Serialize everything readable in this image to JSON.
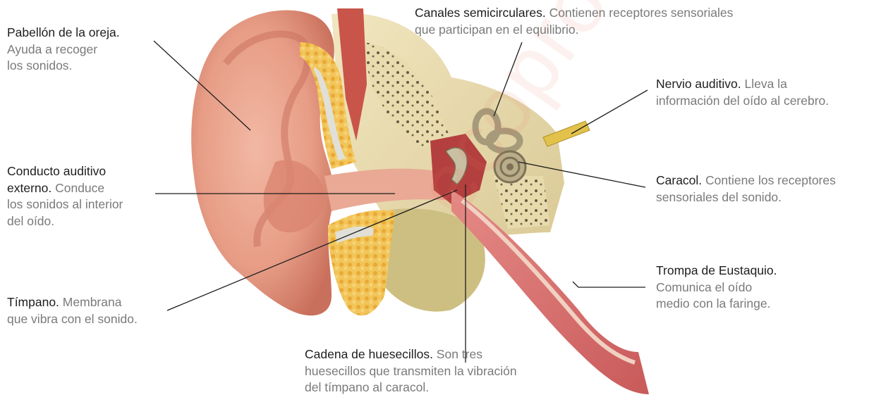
{
  "labels": {
    "pabellon": {
      "title": "Pabellón de la oreja.",
      "line1": "Ayuda a recoger",
      "line2": "los sonidos."
    },
    "conducto": {
      "title1": "Conducto auditivo",
      "title2": "externo.",
      "tail": " Conduce",
      "line1": "los sonidos al interior",
      "line2": "del oído."
    },
    "timpano": {
      "title": "Tímpano.",
      "tail": " Membrana",
      "line1": "que vibra con el sonido."
    },
    "canales": {
      "title": "Canales semicirculares.",
      "tail": " Contienen receptores sensoriales",
      "line1": "que participan en el equilibrio."
    },
    "nervio": {
      "title": "Nervio auditivo.",
      "tail": " Lleva la",
      "line1": "información del oído al cerebro."
    },
    "caracol": {
      "title": "Caracol.",
      "tail": " Contiene los receptores",
      "line1": "sensoriales del sonido."
    },
    "trompa": {
      "title": "Trompa de Eustaquio.",
      "line1": "Comunica el oído",
      "line2": "medio con la faringe."
    },
    "cadena": {
      "title": "Cadena de huesecillos.",
      "tail": " Son tres",
      "line1": "huesecillos que transmiten la vibración",
      "line2": "del tímpano al caracol."
    }
  },
  "watermark": "ecoprobar.es"
}
